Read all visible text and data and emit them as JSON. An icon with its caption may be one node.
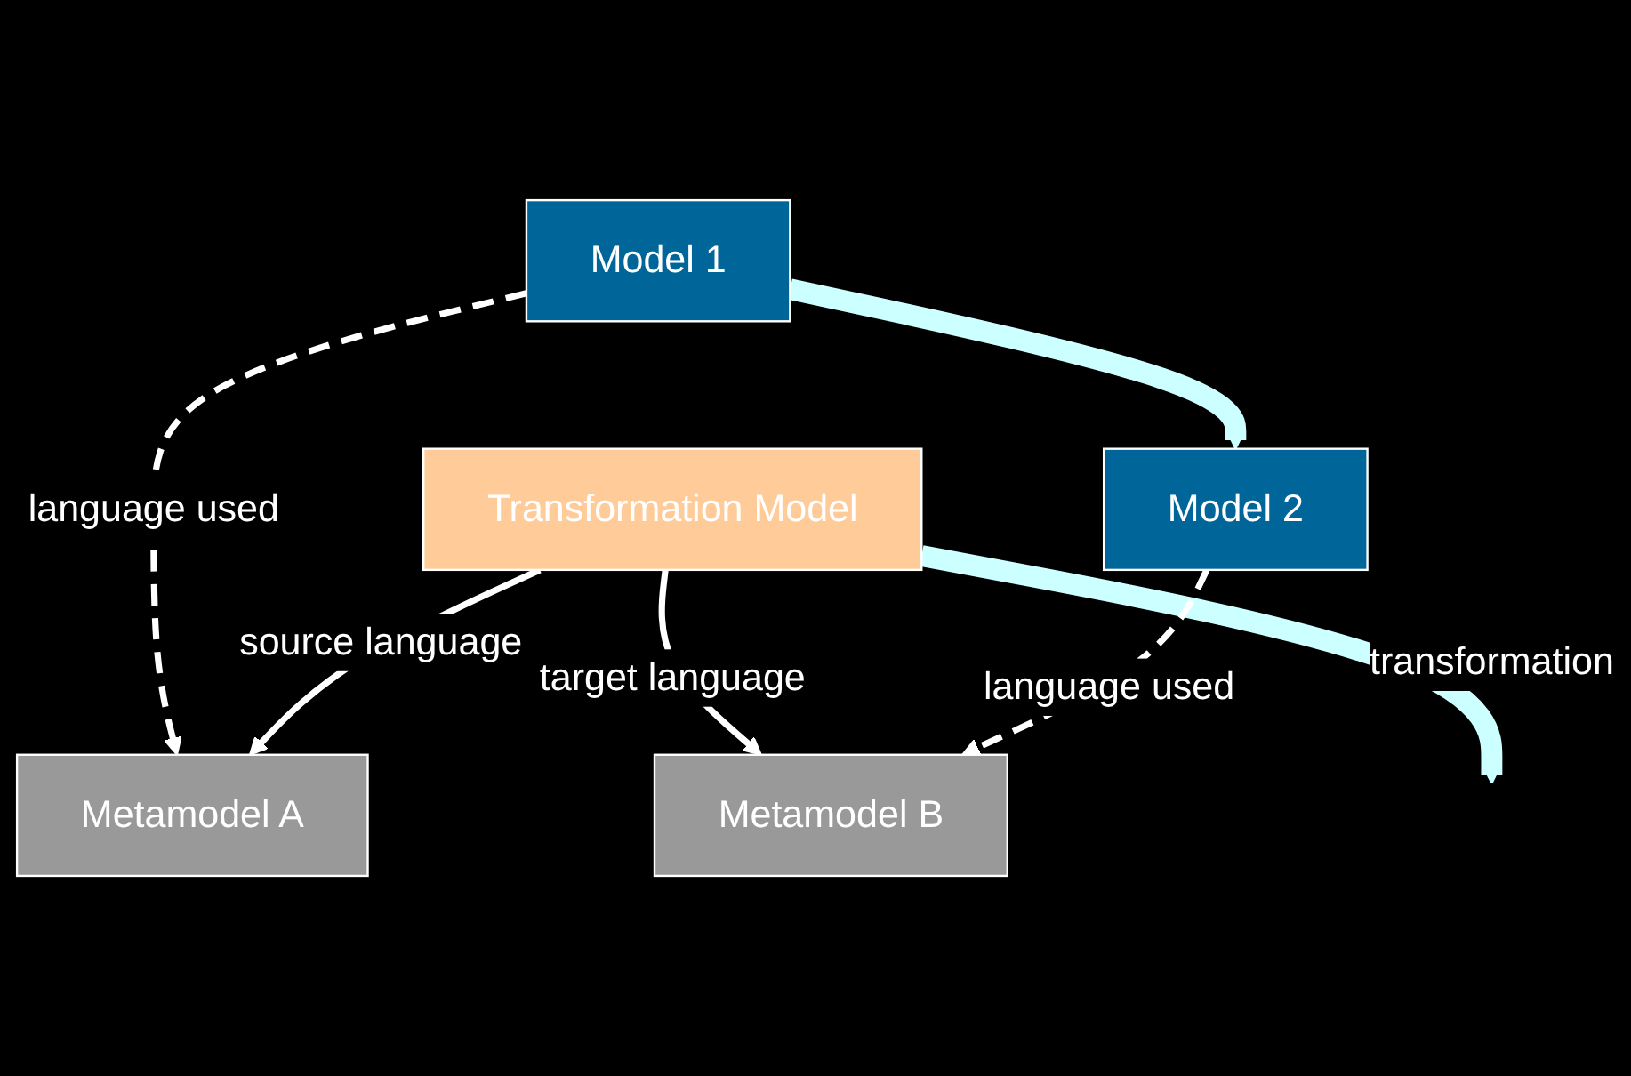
{
  "diagram": {
    "nodes": [
      {
        "text": [
          "Model 1"
        ]
      },
      {
        "text": [
          "Metamodel A"
        ]
      },
      {
        "text": [
          "Transformation Model"
        ]
      },
      {
        "text": [
          "Model 2"
        ]
      },
      {
        "text": [
          "Metamodel B"
        ]
      }
    ],
    "edges": [
      {
        "from": 0,
        "to": 1,
        "arrow": "to",
        "label": "language used",
        "style": "dashed"
      },
      {
        "from": 2,
        "to": 1,
        "arrow": "to",
        "label": "source language"
      },
      {
        "from": 0,
        "to": 3,
        "arrow": "to",
        "style": "thick",
        "color": "#ccffff"
      },
      {
        "from": 2,
        "to": null,
        "arrow": "to",
        "label": "transformation",
        "style": "thick",
        "color": "#ccffff"
      },
      {
        "from": 2,
        "to": 4,
        "arrow": "to",
        "label": "target language"
      },
      {
        "from": 3,
        "to": 4,
        "arrow": "to",
        "label": "language used",
        "style": "dashed"
      }
    ]
  }
}
